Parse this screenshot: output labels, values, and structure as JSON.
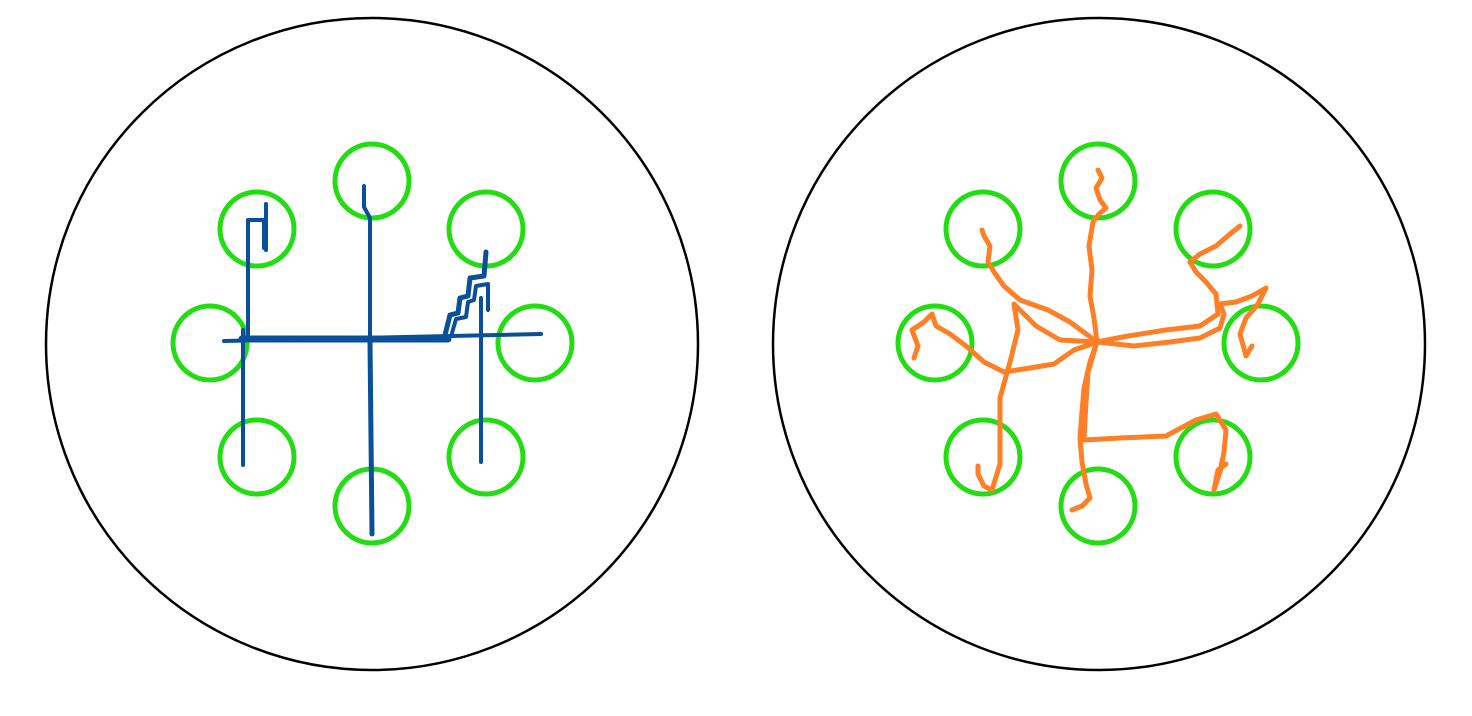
{
  "colors": {
    "background": "#ffffff",
    "arena_boundary": "#000000",
    "target_ring": "#22dd11",
    "trajectory_left": "#0a4f9a",
    "trajectory_right": "#ff7f27"
  },
  "panels": [
    {
      "name": "left-panel",
      "trajectory_style": "axis-aligned segments",
      "trajectory_color_key": "trajectory_left",
      "target_count": 8
    },
    {
      "name": "right-panel",
      "trajectory_style": "freehand paths",
      "trajectory_color_key": "trajectory_right",
      "target_count": 8
    }
  ]
}
